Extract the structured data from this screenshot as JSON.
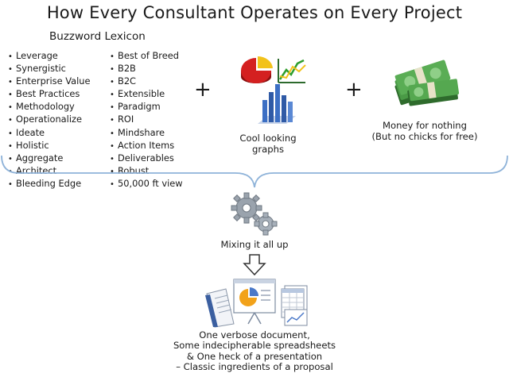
{
  "title": "How Every Consultant Operates on Every Project",
  "lexicon": {
    "heading": "Buzzword Lexicon",
    "column_1": [
      "Leverage",
      "Synergistic",
      "Enterprise Value",
      "Best Practices",
      "Methodology",
      "Operationalize",
      "Ideate",
      "Holistic",
      "Aggregate",
      "Architect",
      "Bleeding Edge"
    ],
    "column_2": [
      "Best of Breed",
      "B2B",
      "B2C",
      "Extensible",
      "Paradigm",
      "ROI",
      "Mindshare",
      "Action Items",
      "Deliverables",
      "Robust",
      "50,000 ft view"
    ]
  },
  "operators": {
    "plus_1": "+",
    "plus_2": "+"
  },
  "graphs_caption": "Cool looking graphs",
  "money_caption": {
    "line1": "Money for nothing",
    "line2": "(But no chicks for free)"
  },
  "mix_caption": "Mixing it all up",
  "final_caption": {
    "line1": "One verbose document,",
    "line2": "Some indecipherable spreadsheets",
    "line3": "& One heck of a presentation",
    "line4": "– Classic ingredients of a proposal"
  },
  "colors": {
    "brace": "#8fb3d9",
    "money_green": "#3e8a3c",
    "gear": "#9aa3ad",
    "pie_red": "#d42020",
    "pie_yellow": "#f2c21a",
    "bar_blue": "#3c6fc4"
  }
}
